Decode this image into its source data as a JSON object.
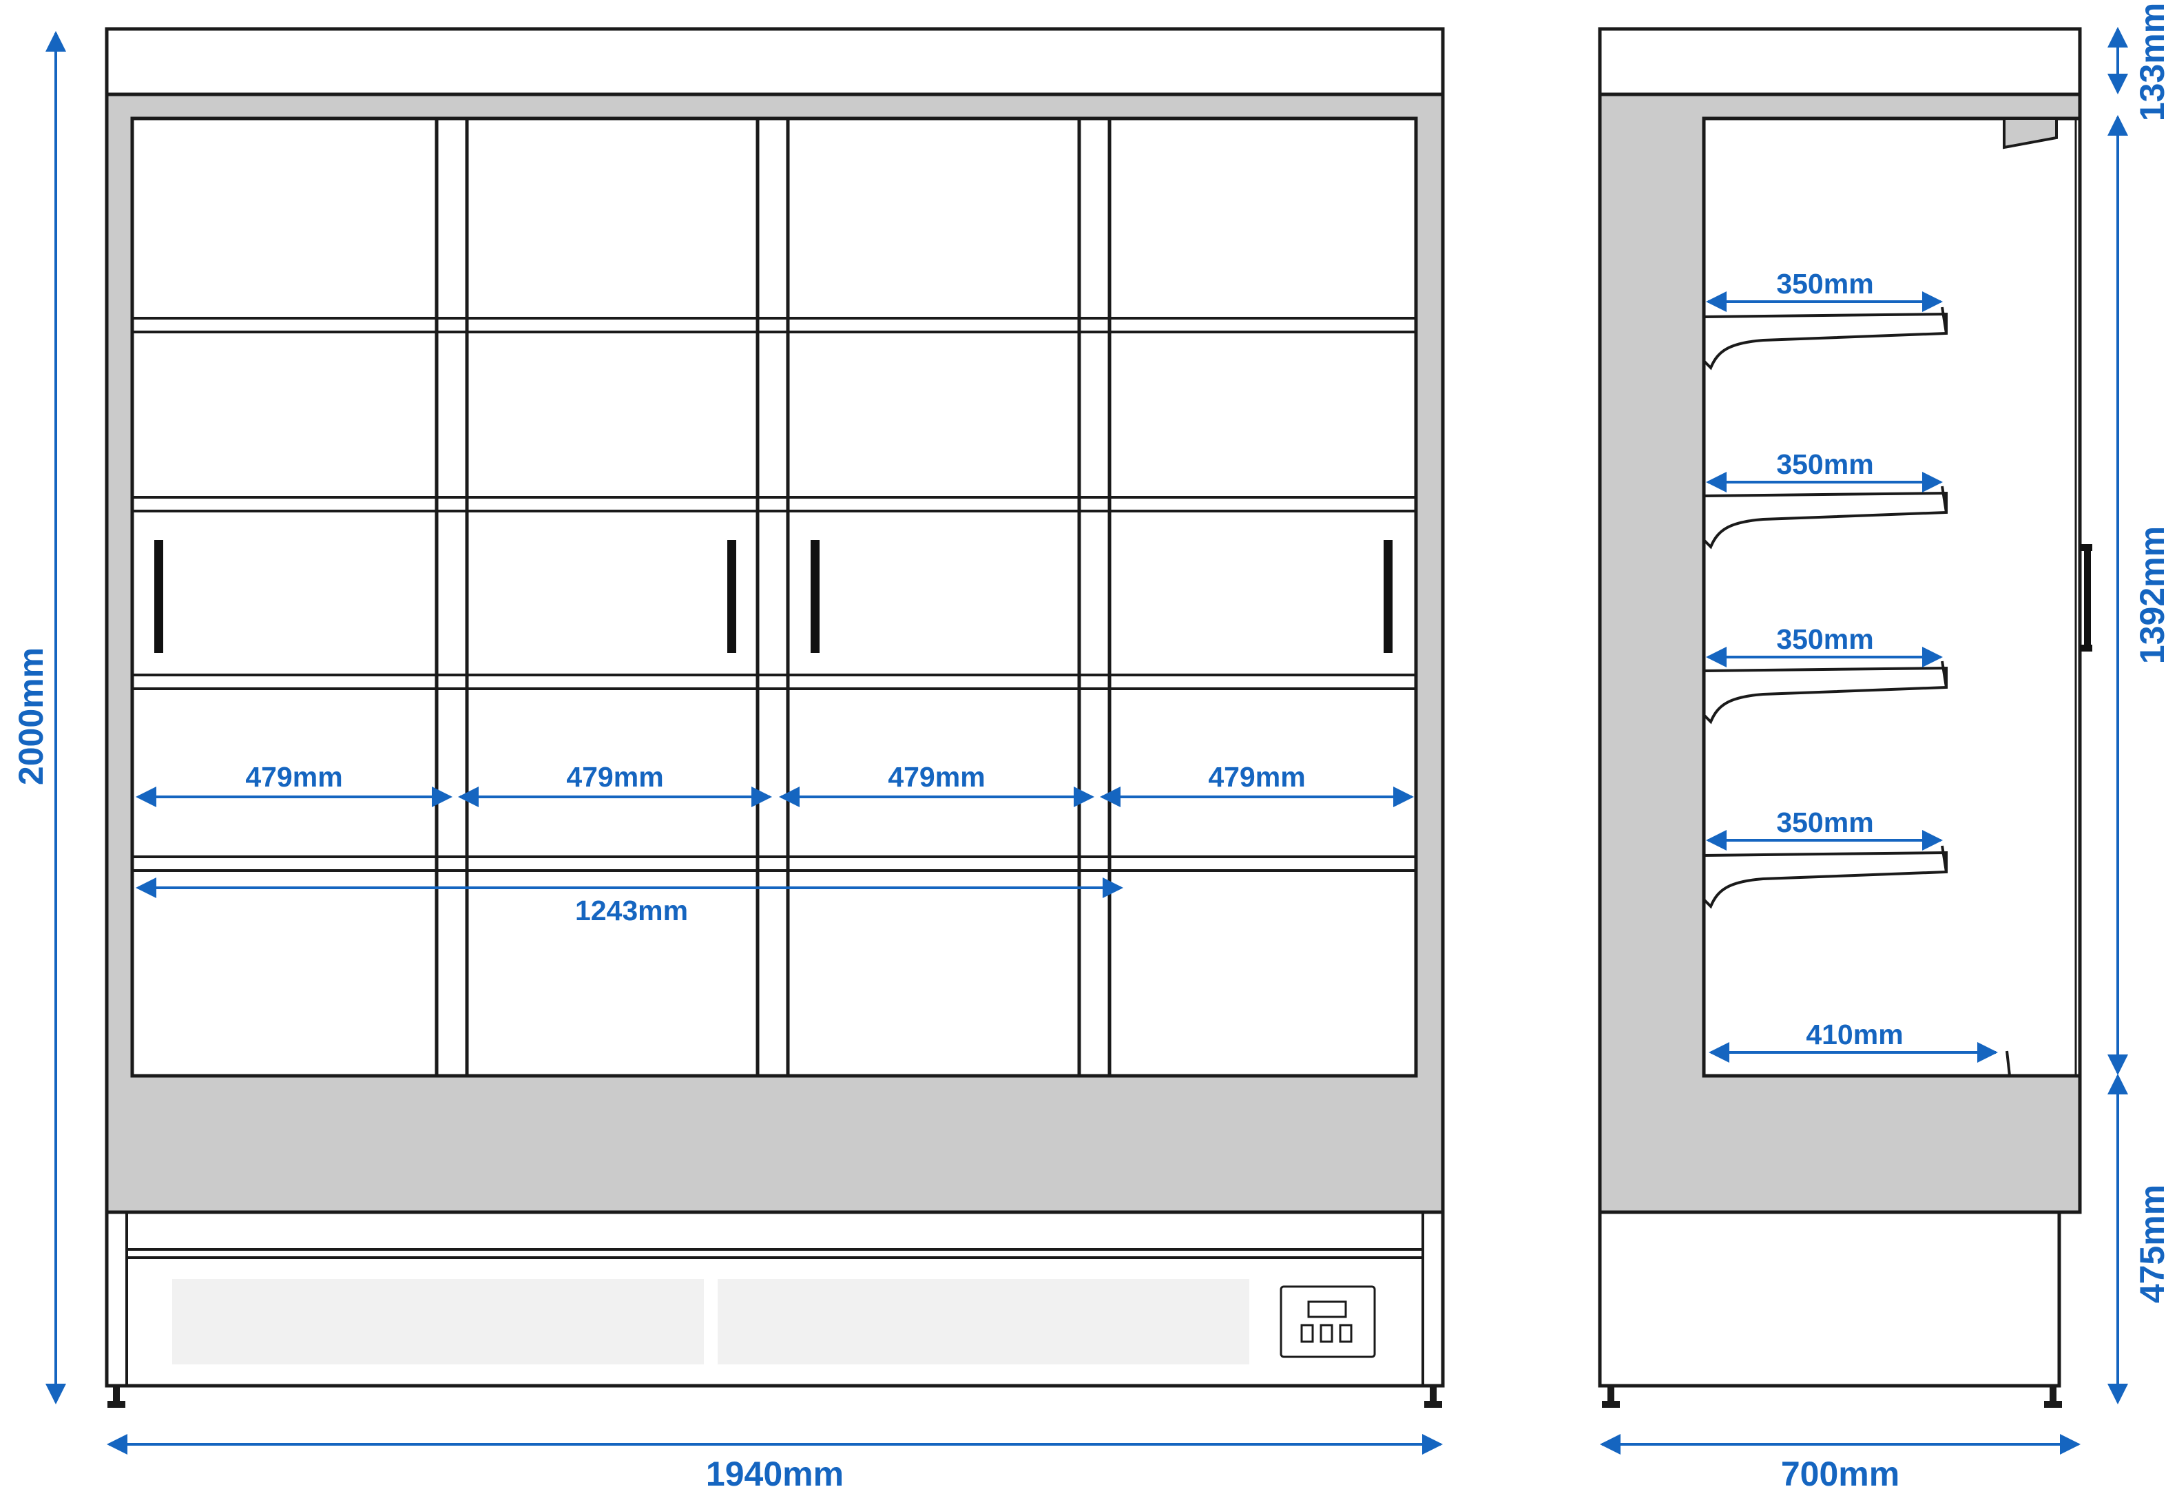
{
  "colors": {
    "outline": "#1a1a1a",
    "panel_gray": "#cbcbcb",
    "panel_light": "#f1f1f1",
    "dimension": "#1565c0"
  },
  "front_view": {
    "shelf_widths": [
      "479mm",
      "479mm",
      "479mm",
      "479mm"
    ],
    "base_span": "1243mm",
    "overall_height": "2000mm",
    "overall_width": "1940mm"
  },
  "side_view": {
    "shelf_depths": [
      "350mm",
      "350mm",
      "350mm",
      "350mm"
    ],
    "base_depth": "410mm",
    "canopy_height": "133mm",
    "display_height": "1392mm",
    "base_height": "475mm",
    "overall_depth": "700mm"
  },
  "icons": {
    "controller": "temperature-controller-icon",
    "handle": "door-handle-icon"
  }
}
